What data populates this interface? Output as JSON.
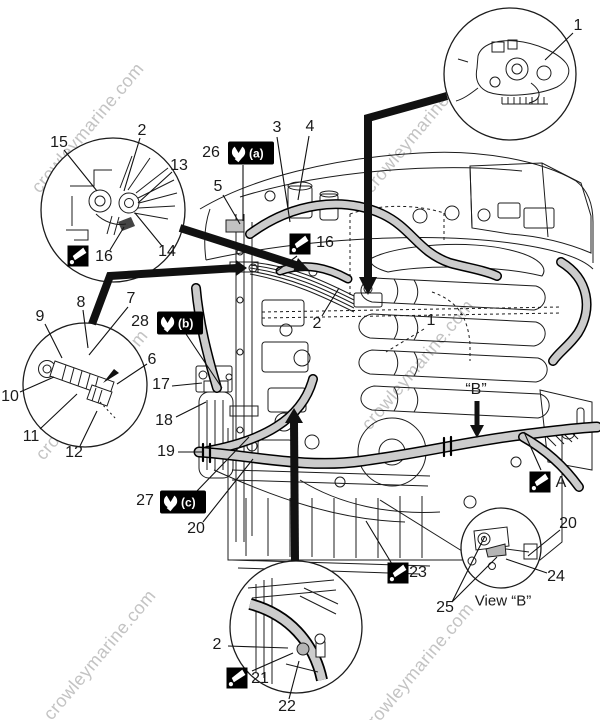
{
  "watermark": {
    "text": "crowleymarine.com"
  },
  "colors": {
    "line": "#1c1c1c",
    "hose_fill": "#cccccc",
    "marker_bg": "#000000",
    "marker_fg": "#ffffff",
    "watermark": "#c3c3c3"
  },
  "icons": {
    "wrench": "special-tool-wrench-icon",
    "sealant": "apply-sealant-icon"
  },
  "tool_markers": [
    {
      "id": "a",
      "number": "26",
      "variant": "(a)"
    },
    {
      "id": "b",
      "number": "28",
      "variant": "(b)"
    },
    {
      "id": "c",
      "number": "27",
      "variant": "(c)"
    }
  ],
  "callouts": [
    {
      "id": "1-top-inset",
      "text": "1"
    },
    {
      "id": "15",
      "text": "15"
    },
    {
      "id": "2-top-left",
      "text": "2"
    },
    {
      "id": "13",
      "text": "13"
    },
    {
      "id": "16-top-left",
      "text": "16"
    },
    {
      "id": "14",
      "text": "14"
    },
    {
      "id": "26",
      "text": "26"
    },
    {
      "id": "3",
      "text": "3"
    },
    {
      "id": "4",
      "text": "4"
    },
    {
      "id": "5",
      "text": "5"
    },
    {
      "id": "16-center",
      "text": "16"
    },
    {
      "id": "2-center",
      "text": "2"
    },
    {
      "id": "1-center",
      "text": "1"
    },
    {
      "id": "9",
      "text": "9"
    },
    {
      "id": "8",
      "text": "8"
    },
    {
      "id": "7",
      "text": "7"
    },
    {
      "id": "6",
      "text": "6"
    },
    {
      "id": "10",
      "text": "10"
    },
    {
      "id": "11",
      "text": "11"
    },
    {
      "id": "12",
      "text": "12"
    },
    {
      "id": "28",
      "text": "28"
    },
    {
      "id": "17",
      "text": "17"
    },
    {
      "id": "18",
      "text": "18"
    },
    {
      "id": "19",
      "text": "19"
    },
    {
      "id": "27",
      "text": "27"
    },
    {
      "id": "20-left",
      "text": "20"
    },
    {
      "id": "2-bottom",
      "text": "2"
    },
    {
      "id": "21",
      "text": "21"
    },
    {
      "id": "22",
      "text": "22"
    },
    {
      "id": "23",
      "text": "23"
    },
    {
      "id": "20-view-b",
      "text": "20"
    },
    {
      "id": "24",
      "text": "24"
    },
    {
      "id": "25",
      "text": "25"
    },
    {
      "id": "a-marker",
      "text": "A"
    },
    {
      "id": "b-marker",
      "text": "“B”"
    },
    {
      "id": "view-b-caption",
      "text": "View “B”"
    }
  ]
}
